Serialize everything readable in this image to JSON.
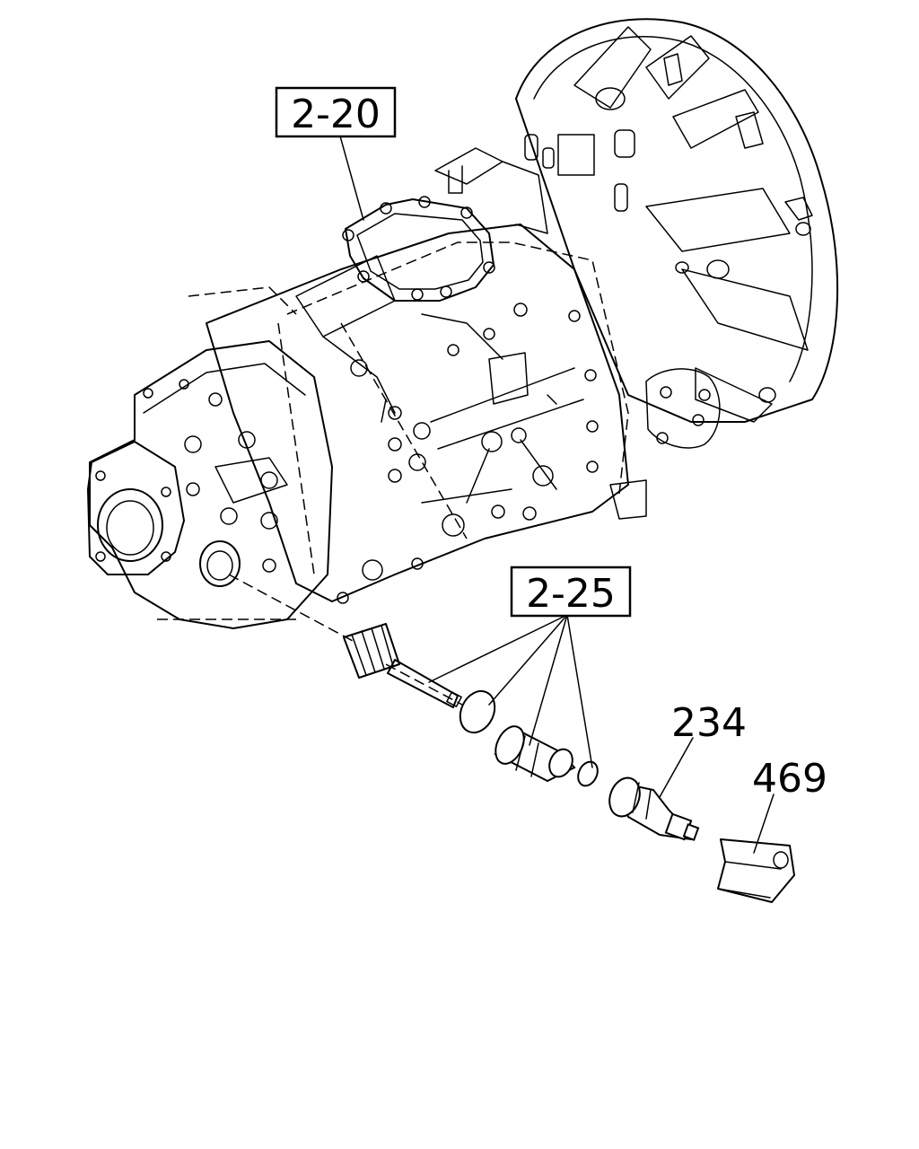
{
  "callouts": {
    "ref_2_20": "2-20",
    "ref_2_25": "2-25",
    "part_234": "234",
    "part_469": "469"
  }
}
